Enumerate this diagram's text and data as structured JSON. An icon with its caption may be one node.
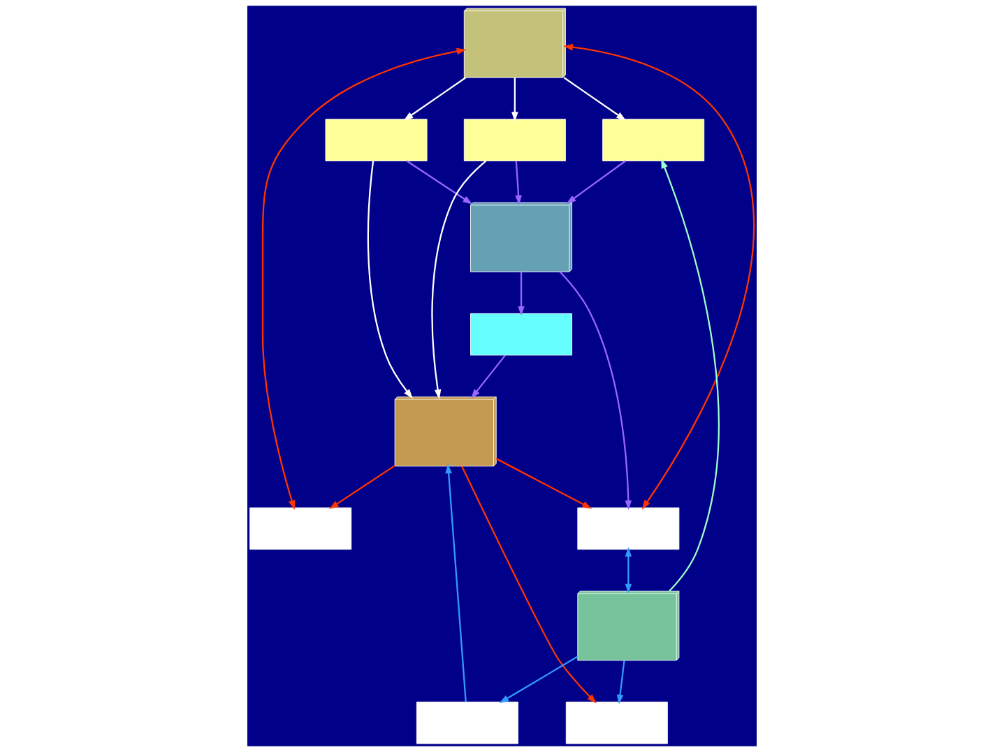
{
  "diagram": {
    "nodes": [
      {
        "text": [],
        "shape": "cube"
      },
      {
        "text": [],
        "shape": "box"
      },
      {
        "text": [],
        "shape": "cube"
      },
      {
        "text": [],
        "shape": "box"
      },
      {
        "text": [],
        "shape": "box"
      },
      {
        "text": [],
        "shape": "box"
      },
      {
        "text": [],
        "shape": "box"
      },
      {
        "text": [],
        "shape": "box"
      },
      {
        "text": [],
        "shape": "box"
      },
      {
        "text": [],
        "shape": "box"
      },
      {
        "text": [],
        "shape": "cube"
      },
      {
        "text": [],
        "shape": "cube"
      }
    ],
    "edges": [
      {
        "from": 0,
        "to": 1,
        "arrow": "to",
        "color": "#ffffff"
      },
      {
        "from": 0,
        "to": 6,
        "arrow": "to",
        "color": "#ffffff"
      },
      {
        "from": 0,
        "to": 9,
        "arrow": "to",
        "color": "#ffffff"
      },
      {
        "from": 6,
        "to": 2,
        "arrow": "to",
        "color": "#ffffff"
      },
      {
        "from": 9,
        "to": 2,
        "arrow": "to",
        "color": "#ffffff"
      },
      {
        "from": 0,
        "to": 4,
        "arrow": "both",
        "color": "#ff3300"
      },
      {
        "from": 0,
        "to": 7,
        "arrow": "both",
        "color": "#ff3300"
      },
      {
        "from": 2,
        "to": 4,
        "arrow": "to",
        "color": "#ff3300"
      },
      {
        "from": 2,
        "to": 7,
        "arrow": "to",
        "color": "#ff3300"
      },
      {
        "from": 2,
        "to": 5,
        "arrow": "to",
        "color": "#ff3300"
      },
      {
        "from": 3,
        "to": 2,
        "arrow": "to"
      },
      {
        "from": 11,
        "to": 3,
        "arrow": "to"
      },
      {
        "from": 8,
        "to": 2,
        "arrow": "to",
        "color": "#3399ff"
      },
      {
        "from": 10,
        "to": 5,
        "arrow": "to",
        "color": "#3399ff"
      },
      {
        "from": 10,
        "to": 8,
        "arrow": "to",
        "color": "#3399ff"
      },
      {
        "from": 10,
        "to": 1,
        "arrow": "to",
        "color": "#99ffcc"
      },
      {
        "from": 7,
        "to": 10,
        "arrow": "both",
        "color": "#3399ff"
      },
      {
        "from": 1,
        "to": 11,
        "arrow": "to"
      },
      {
        "from": 6,
        "to": 11,
        "arrow": "to"
      },
      {
        "from": 9,
        "to": 11,
        "arrow": "to"
      },
      {
        "from": 11,
        "to": 7,
        "arrow": "to"
      }
    ]
  }
}
